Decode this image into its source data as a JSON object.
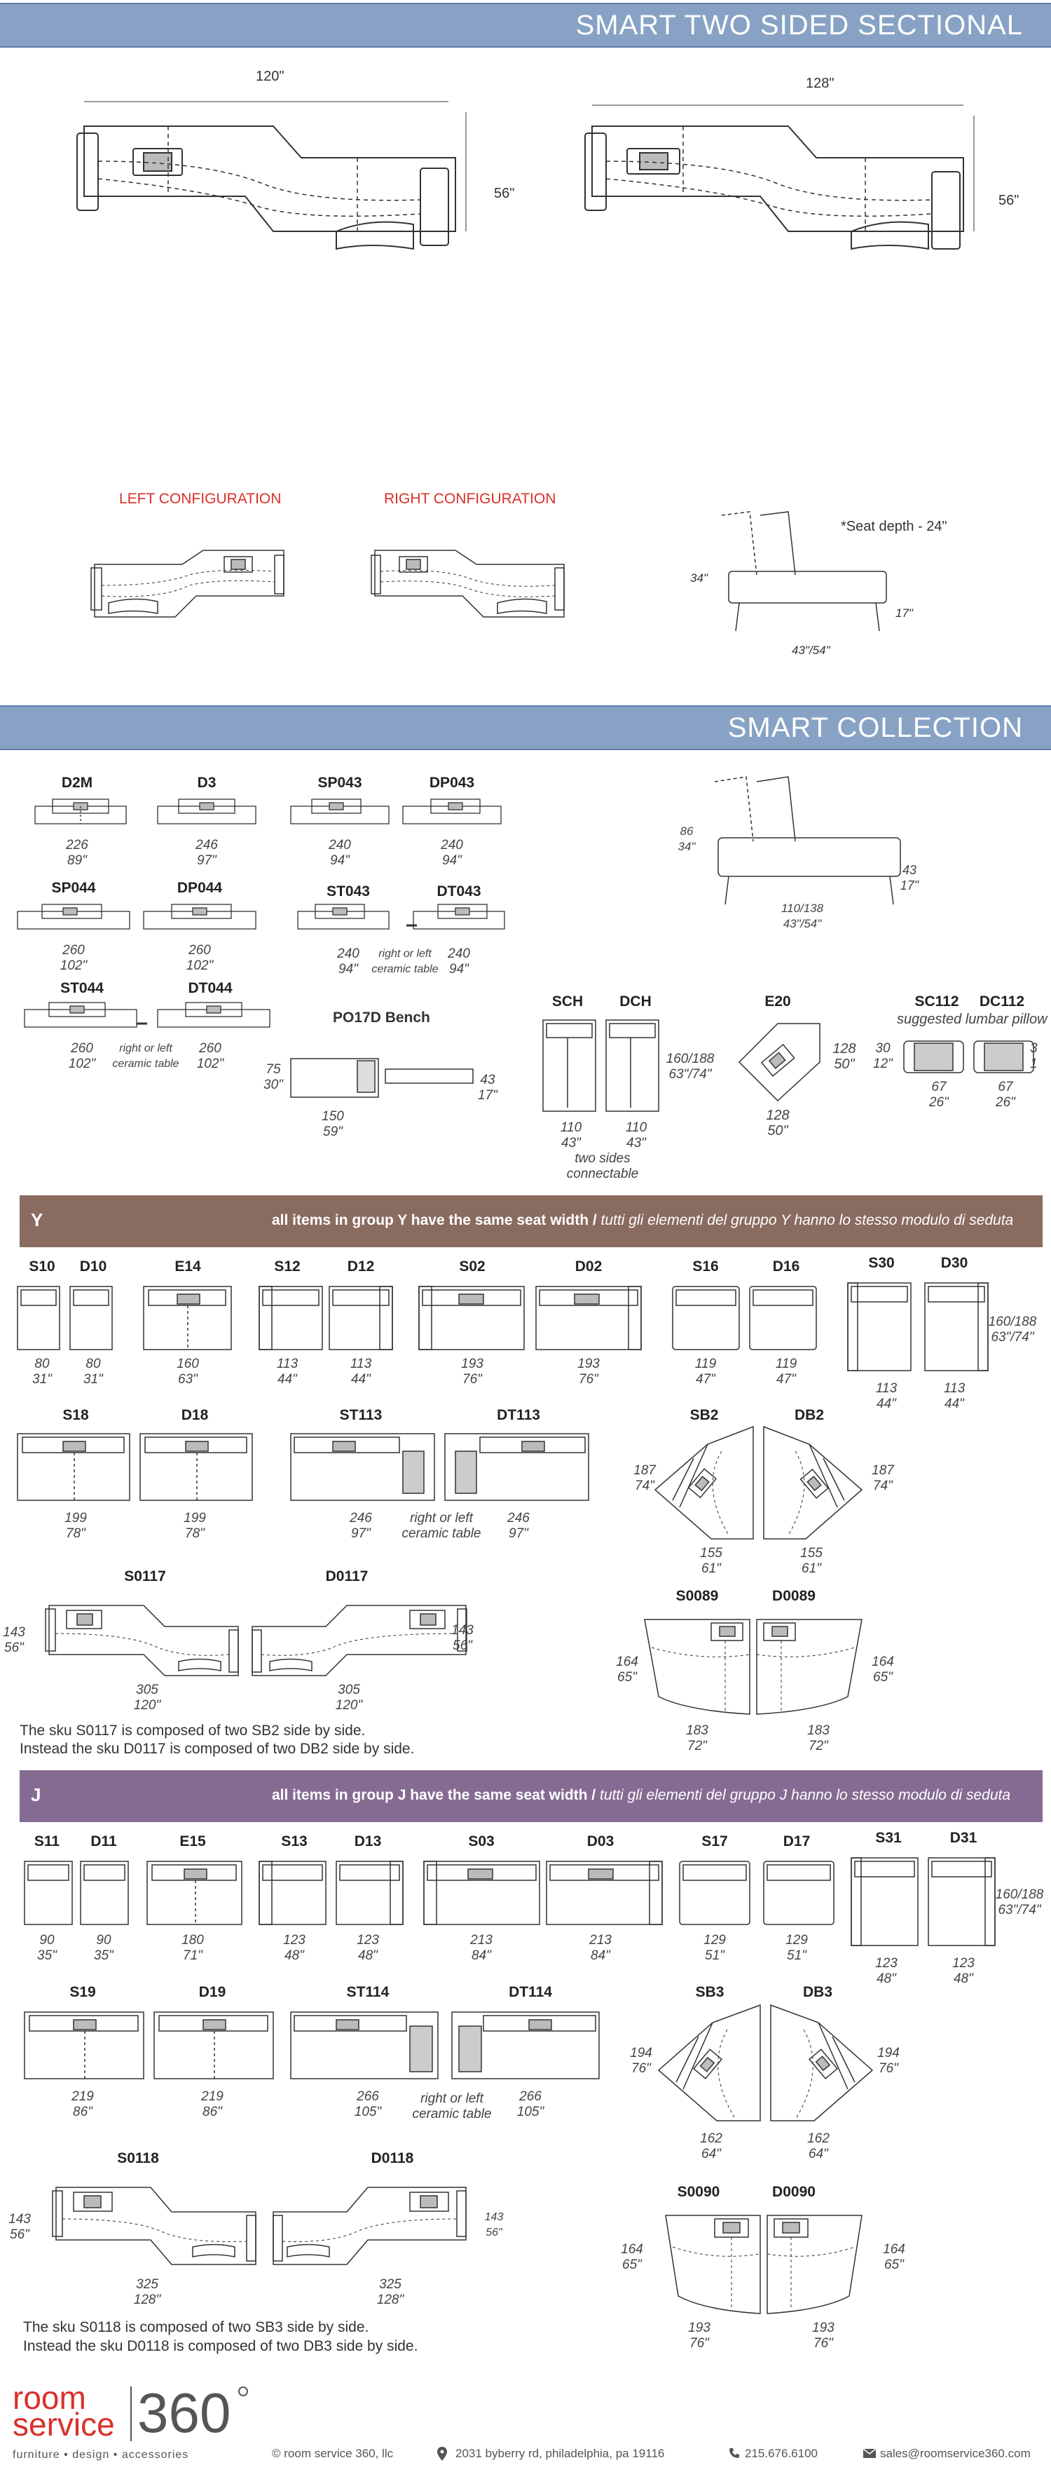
{
  "section1": {
    "title": "SMART TWO SIDED SECTIONAL",
    "width_left": "120\"",
    "width_right": "128\"",
    "depth_left": "56\"",
    "depth_right": "56\"",
    "left_config": "LEFT CONFIGURATION",
    "right_config": "RIGHT CONFIGURATION",
    "seat_depth": "*Seat depth - 24\"",
    "side_height": "34\"",
    "side_seat": "17\"",
    "side_width": "43\"/54\""
  },
  "section2": {
    "title": "SMART COLLECTION",
    "row1": [
      {
        "code": "D2M",
        "dims": "226\n89\""
      },
      {
        "code": "D3",
        "dims": "246\n97\""
      },
      {
        "code": "SP043",
        "dims": "240\n94\""
      },
      {
        "code": "DP043",
        "dims": "240\n94\""
      }
    ],
    "row2": [
      {
        "code": "SP044",
        "dims": "260\n102\""
      },
      {
        "code": "DP044",
        "dims": "260\n102\""
      },
      {
        "code": "ST043",
        "dims": "240\n94\""
      },
      {
        "code": "DT043",
        "dims": "240\n94\""
      }
    ],
    "row2_note": "right or left\nceramic table",
    "row3": [
      {
        "code": "ST044",
        "dims": "260\n102\""
      },
      {
        "code": "DT044",
        "dims": "260\n102\""
      }
    ],
    "row3_note": "right or left\nceramic table",
    "side_a": "86\n34\"",
    "side_b": "43\n17\"",
    "side_c": "110/138\n43\"/54\"",
    "bench_code": "PO17D Bench",
    "bench_h": "75\n30\"",
    "bench_w": "150\n59\"",
    "bench_seat": "43\n17\"",
    "sch": "SCH",
    "dch": "DCH",
    "chaise_len": "160/188\n63\"/74\"",
    "sch_w": "110\n43\"",
    "dch_w": "110\n43\"",
    "chaise_note": "two sides\nconnectable",
    "e20": "E20",
    "e20_a": "128\n50\"",
    "e20_b": "128\n50\"",
    "sc112": "SC112",
    "dc112": "DC112",
    "pillow_note": "suggested lumbar pillow",
    "pillow_h": "30\n12\"",
    "pillow_w1": "67\n26\"",
    "pillow_w2": "67\n26\"",
    "pillow_cut": "3\n1"
  },
  "groupY": {
    "letter": "Y",
    "desc_bold": "all items in group Y have the same seat width /",
    "desc_italic": "tutti gli elementi del gruppo Y hanno lo stesso modulo di seduta",
    "row1": [
      {
        "code": "S10",
        "dims": "80\n31\""
      },
      {
        "code": "D10",
        "dims": "80\n31\""
      },
      {
        "code": "E14",
        "dims": "160\n63\""
      },
      {
        "code": "S12",
        "dims": "113\n44\""
      },
      {
        "code": "D12",
        "dims": "113\n44\""
      },
      {
        "code": "S02",
        "dims": "193\n76\""
      },
      {
        "code": "D02",
        "dims": "193\n76\""
      },
      {
        "code": "S16",
        "dims": "119\n47\""
      },
      {
        "code": "D16",
        "dims": "119\n47\""
      },
      {
        "code": "S30",
        "dims": "113\n44\""
      },
      {
        "code": "D30",
        "dims": "113\n44\""
      }
    ],
    "chaise_len": "160/188\n63\"/74\"",
    "row2": [
      {
        "code": "S18",
        "dims": "199\n78\""
      },
      {
        "code": "D18",
        "dims": "199\n78\""
      },
      {
        "code": "ST113",
        "dims": "246\n97\""
      },
      {
        "code": "DT113",
        "dims": "246\n97\""
      }
    ],
    "row2_note": "right or left\nceramic table",
    "sb2": "SB2",
    "db2": "DB2",
    "sb2_side": "187\n74\"",
    "db2_side": "187\n74\"",
    "sb2_w": "155\n61\"",
    "db2_w": "155\n61\"",
    "so117": "S0117",
    "do117": "D0117",
    "so117_d": "143\n56\"",
    "do117_d": "143\n56\"",
    "so117_w": "305\n120\"",
    "do117_w": "305\n120\"",
    "so089": "S0089",
    "do089": "D0089",
    "so089_d": "164\n65\"",
    "do089_d": "164\n65\"",
    "so089_w": "183\n72\"",
    "do089_w": "183\n72\"",
    "footnote1": "The sku S0117 is composed of two SB2 side by side.",
    "footnote2": "Instead the sku D0117 is composed of two DB2 side by side."
  },
  "groupJ": {
    "letter": "J",
    "desc_bold": "all items in group J have the same seat width /",
    "desc_italic": "tutti gli elementi del gruppo J hanno lo stesso modulo di seduta",
    "row1": [
      {
        "code": "S11",
        "dims": "90\n35\""
      },
      {
        "code": "D11",
        "dims": "90\n35\""
      },
      {
        "code": "E15",
        "dims": "180\n71\""
      },
      {
        "code": "S13",
        "dims": "123\n48\""
      },
      {
        "code": "D13",
        "dims": "123\n48\""
      },
      {
        "code": "S03",
        "dims": "213\n84\""
      },
      {
        "code": "D03",
        "dims": "213\n84\""
      },
      {
        "code": "S17",
        "dims": "129\n51\""
      },
      {
        "code": "D17",
        "dims": "129\n51\""
      },
      {
        "code": "S31",
        "dims": "123\n48\""
      },
      {
        "code": "D31",
        "dims": "123\n48\""
      }
    ],
    "chaise_len": "160/188\n63\"/74\"",
    "row2": [
      {
        "code": "S19",
        "dims": "219\n86\""
      },
      {
        "code": "D19",
        "dims": "219\n86\""
      },
      {
        "code": "ST114",
        "dims": "266\n105\""
      },
      {
        "code": "DT114",
        "dims": "266\n105\""
      }
    ],
    "row2_note": "right or left\nceramic table",
    "sb3": "SB3",
    "db3": "DB3",
    "sb3_side": "194\n76\"",
    "db3_side": "194\n76\"",
    "sb3_w": "162\n64\"",
    "db3_w": "162\n64\"",
    "so118": "S0118",
    "do118": "D0118",
    "so118_d": "143\n56\"",
    "do118_d": "143\n56\"",
    "so118_w": "325\n128\"",
    "do118_w": "325\n128\"",
    "so090": "S0090",
    "do090": "D0090",
    "so090_d": "164\n65\"",
    "do090_d": "164\n65\"",
    "so090_w": "193\n76\"",
    "do090_w": "193\n76\"",
    "footnote1": "The sku S0118 is composed of two SB3 side by side.",
    "footnote2": "Instead the sku D0118 is composed of two DB3 side by side."
  },
  "footer": {
    "logo_top": "room",
    "logo_bottom": "service",
    "logo_num": "360",
    "tagline": "furniture  •  design  •  accessories",
    "copyright": "© room service 360, llc",
    "address": "2031 byberry rd, philadelphia, pa 19116",
    "phone": "215.676.6100",
    "email": "sales@roomservice360.com"
  },
  "colors": {
    "header_bar": "#87a2c4",
    "group_y": "#8a6b60",
    "group_j": "#856b92",
    "config_red": "#d9302b",
    "logo_red": "#d9302b"
  }
}
